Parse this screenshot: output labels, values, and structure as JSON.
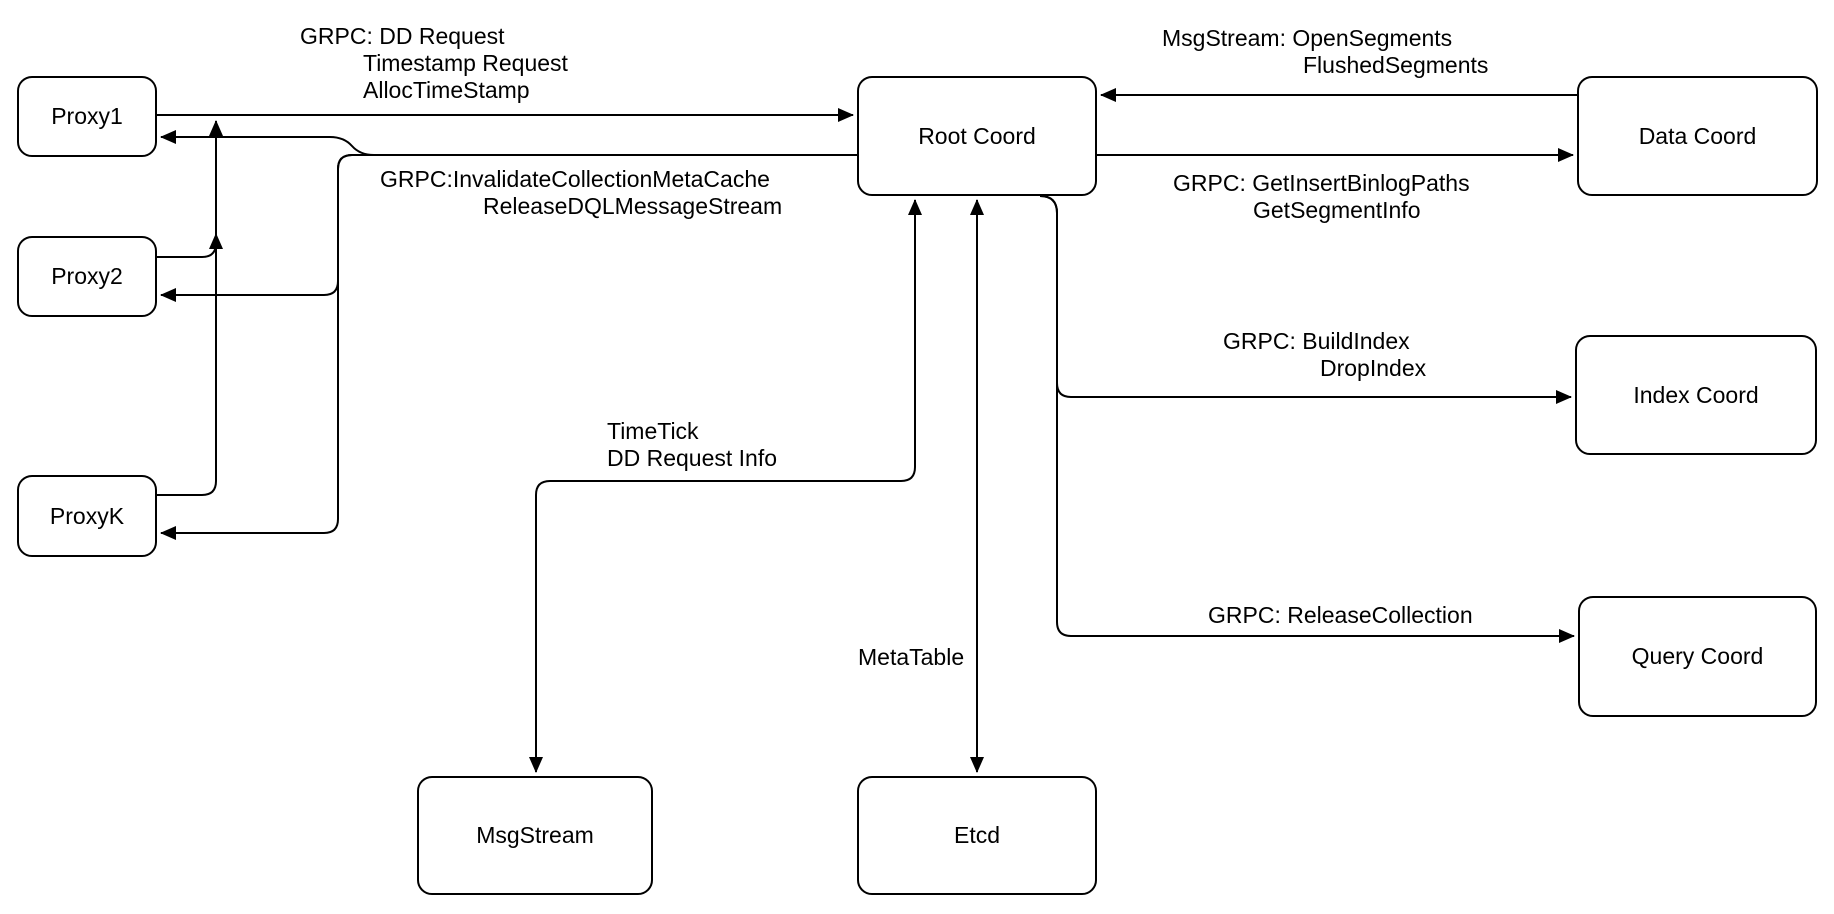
{
  "diagram": {
    "background": "#ffffff",
    "stroke_color": "#000000",
    "node_fill": "#ffffff",
    "nodes": {
      "proxy1": "Proxy1",
      "proxy2": "Proxy2",
      "proxyk": "ProxyK",
      "root_coord": "Root Coord",
      "data_coord": "Data Coord",
      "index_coord": "Index Coord",
      "query_coord": "Query Coord",
      "msg_stream": "MsgStream",
      "etcd": "Etcd"
    },
    "edge_labels": {
      "proxy_to_root": {
        "line1": "GRPC: DD Request",
        "line2": "Timestamp Request",
        "line3": "AllocTimeStamp"
      },
      "root_to_proxies": {
        "line1": "GRPC:InvalidateCollectionMetaCache",
        "line2": "ReleaseDQLMessageStream"
      },
      "data_to_root": {
        "line1": "MsgStream: OpenSegments",
        "line2": "FlushedSegments"
      },
      "root_to_data": {
        "line1": "GRPC: GetInsertBinlogPaths",
        "line2": "GetSegmentInfo"
      },
      "root_to_index": {
        "line1": "GRPC: BuildIndex",
        "line2": "DropIndex"
      },
      "root_to_query": {
        "line1": "GRPC: ReleaseCollection"
      },
      "root_to_msgstream": {
        "line1": "TimeTick",
        "line2": "DD Request Info"
      },
      "root_to_etcd": {
        "line1": "MetaTable"
      }
    }
  }
}
